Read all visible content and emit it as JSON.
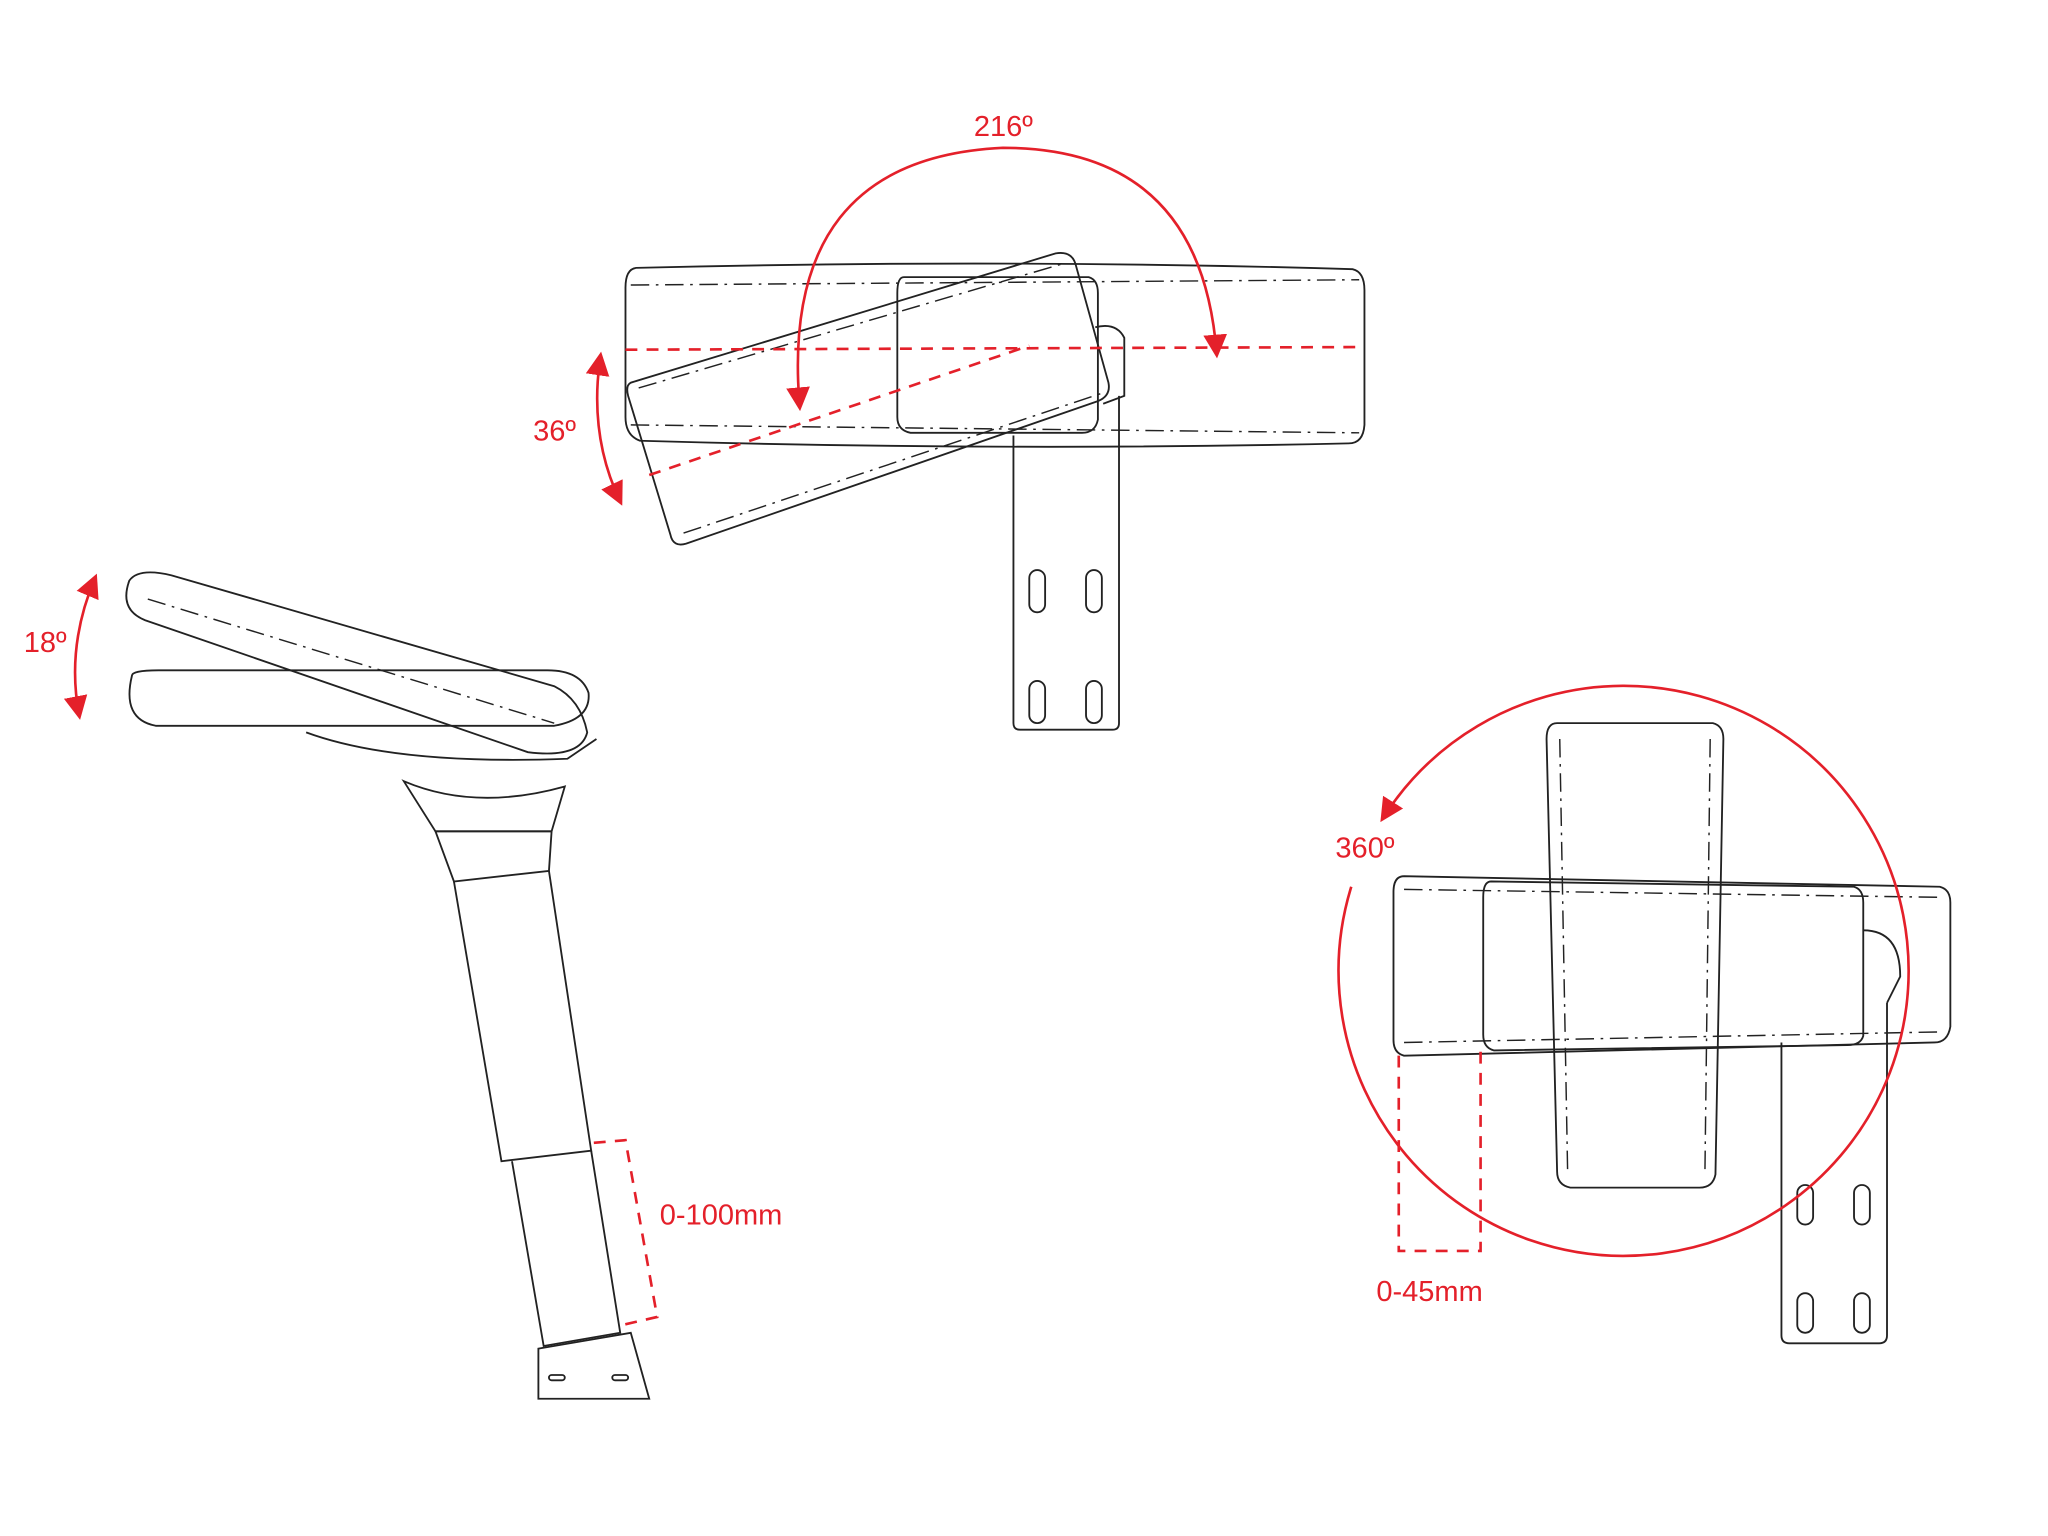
{
  "colors": {
    "accent": "#e4202a",
    "line": "#222222"
  },
  "annotations": {
    "swivel_angle": "216º",
    "pivot_angle": "36º",
    "tilt_angle": "18º",
    "height_range": "0-100mm",
    "rotation_angle": "360º",
    "slide_range": "0-45mm"
  }
}
